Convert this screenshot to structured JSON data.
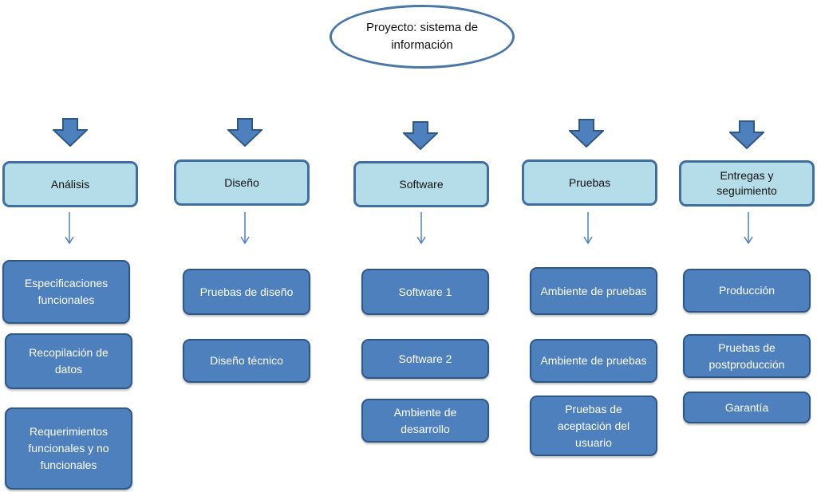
{
  "root": {
    "label": "Proyecto: sistema de información"
  },
  "columns": [
    {
      "id": "analisis",
      "title": "Análisis",
      "items": [
        "Especificaciones funcionales",
        "Recopilación de datos",
        "Requerimientos funcionales y no funcionales"
      ]
    },
    {
      "id": "diseno",
      "title": "Diseño",
      "items": [
        "Pruebas de diseño",
        "Diseño técnico"
      ]
    },
    {
      "id": "software",
      "title": "Software",
      "items": [
        "Software 1",
        "Software 2",
        "Ambiente de desarrollo"
      ]
    },
    {
      "id": "pruebas",
      "title": "Pruebas",
      "items": [
        "Ambiente de pruebas",
        "Ambiente de pruebas",
        "Pruebas de aceptación del usuario"
      ]
    },
    {
      "id": "entregas",
      "title": "Entregas y seguimiento",
      "items": [
        "Producción",
        "Pruebas de postproducción",
        "Garantía"
      ]
    }
  ],
  "colors": {
    "header_fill": "#b5dde9",
    "item_fill": "#4e80bd",
    "border": "#3f6e9f",
    "arrow": "#4e80bd"
  }
}
